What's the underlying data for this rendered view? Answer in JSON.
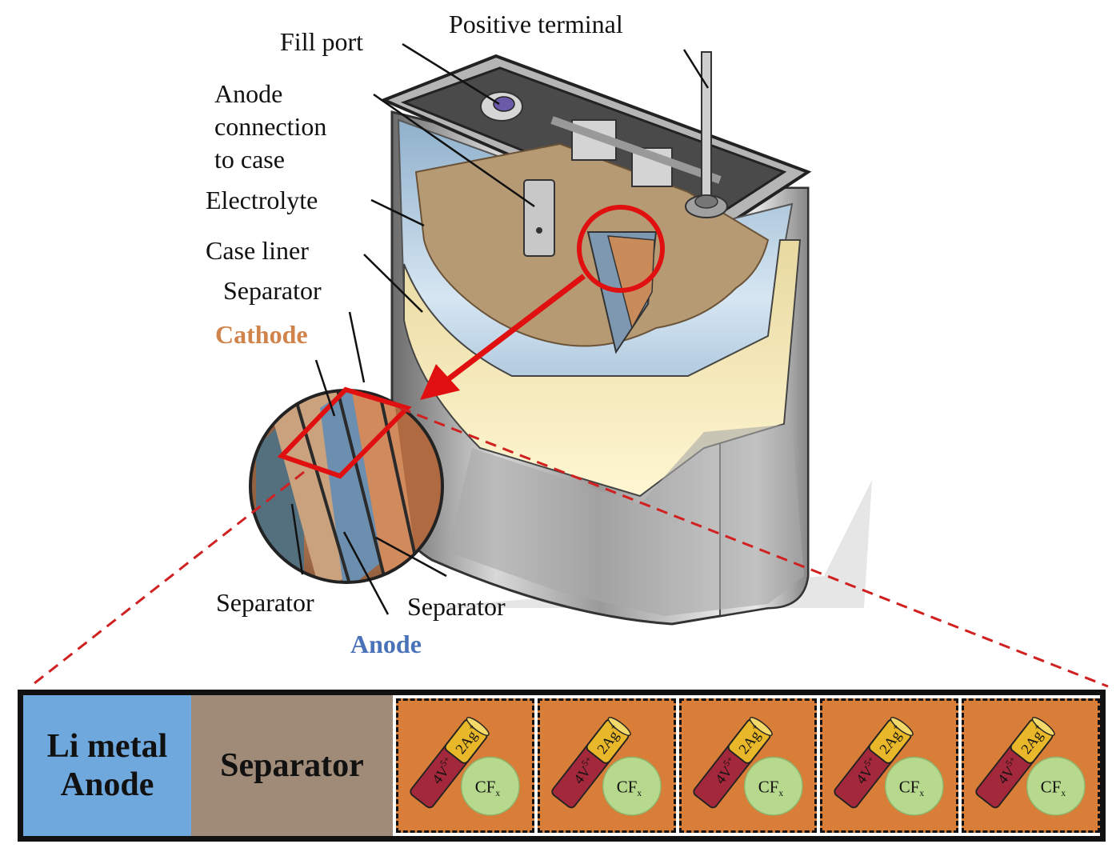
{
  "labels": {
    "positive_terminal": "Positive terminal",
    "fill_port": "Fill port",
    "anode_connection_1": "Anode",
    "anode_connection_2": "connection",
    "anode_connection_3": "to case",
    "electrolyte": "Electrolyte",
    "case_liner": "Case liner",
    "separator_top": "Separator",
    "cathode": "Cathode",
    "separator_bottom_left": "Separator",
    "separator_bottom_right": "Separator",
    "anode": "Anode"
  },
  "strip": {
    "anode_line1": "Li metal",
    "anode_line2": "Anode",
    "separator": "Separator",
    "cathode_cells": [
      {
        "svo": "4V",
        "svo_sup": "5+",
        "ag": "2Ag",
        "ag_sup": "+",
        "cfx": "CF",
        "cfx_sub": "x"
      },
      {
        "svo": "4V",
        "svo_sup": "5+",
        "ag": "2Ag",
        "ag_sup": "+",
        "cfx": "CF",
        "cfx_sub": "x"
      },
      {
        "svo": "4V",
        "svo_sup": "5+",
        "ag": "2Ag",
        "ag_sup": "+",
        "cfx": "CF",
        "cfx_sub": "x"
      },
      {
        "svo": "4V",
        "svo_sup": "5+",
        "ag": "2Ag",
        "ag_sup": "+",
        "cfx": "CF",
        "cfx_sub": "x"
      },
      {
        "svo": "4V",
        "svo_sup": "5+",
        "ag": "2Ag",
        "ag_sup": "+",
        "cfx": "CF",
        "cfx_sub": "x"
      }
    ]
  },
  "colors": {
    "cathode_label": "#d0834a",
    "anode_label": "#4a72b8",
    "highlight_red": "#e01010",
    "anode_cell": "#6fa8dc",
    "separator_cell": "#a08a78",
    "cathode_cell": "#d97e38",
    "svo_body": "#a3283c",
    "ag_cap": "#e8b82a",
    "cfx_circle": "#b6d98e"
  }
}
